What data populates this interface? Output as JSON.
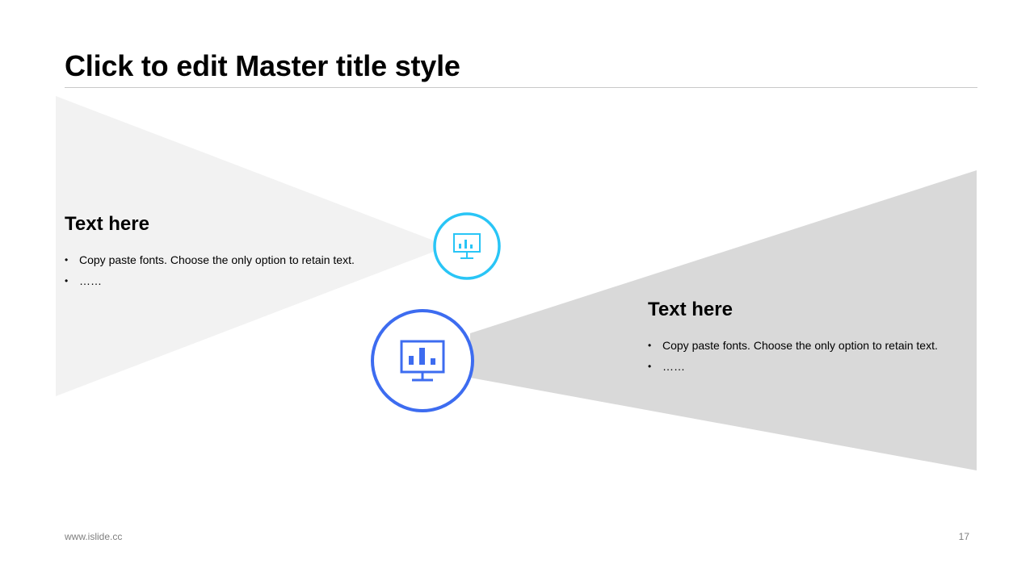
{
  "slide": {
    "title": "Click to edit Master title style",
    "page_number": "17",
    "footer": "www.islide.cc"
  },
  "colors": {
    "left_wedge": "#f2f2f2",
    "right_wedge": "#d9d9d9",
    "accent_cyan": "#29c5f6",
    "accent_blue": "#3d6cf0",
    "title_rule": "#c8c8c8",
    "footer_text": "#7f7f7f"
  },
  "left_block": {
    "heading": "Text here",
    "bullets": [
      "Copy paste fonts. Choose the only option to retain text.",
      "……"
    ],
    "icon": "presentation-chart-icon"
  },
  "right_block": {
    "heading": "Text here",
    "bullets": [
      "Copy paste fonts. Choose the only option to retain text.",
      "……"
    ],
    "icon": "presentation-chart-icon"
  }
}
